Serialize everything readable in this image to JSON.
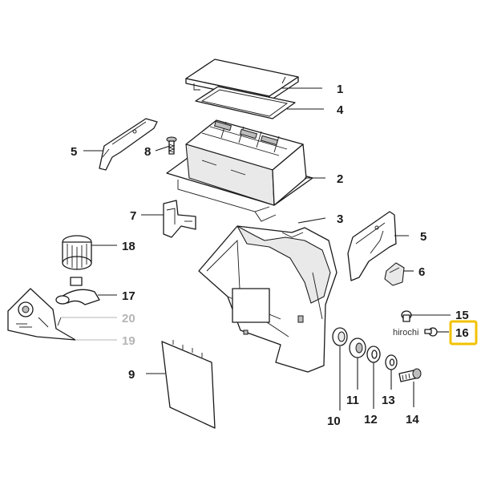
{
  "diagram": {
    "watermark": "hirochi",
    "callouts": {
      "c1": "1",
      "c2": "2",
      "c3": "3",
      "c4": "4",
      "c5a": "5",
      "c5b": "5",
      "c6": "6",
      "c7": "7",
      "c8": "8",
      "c9": "9",
      "c10": "10",
      "c11": "11",
      "c12": "12",
      "c13": "13",
      "c14": "14",
      "c15": "15",
      "c16": "16",
      "c17": "17",
      "c18": "18",
      "c19": "19",
      "c20": "20"
    },
    "highlighted_part": "16",
    "colors": {
      "highlight": "#f2c200",
      "faded_callout": "#b5b5b5",
      "line": "#1a1a1a"
    }
  }
}
